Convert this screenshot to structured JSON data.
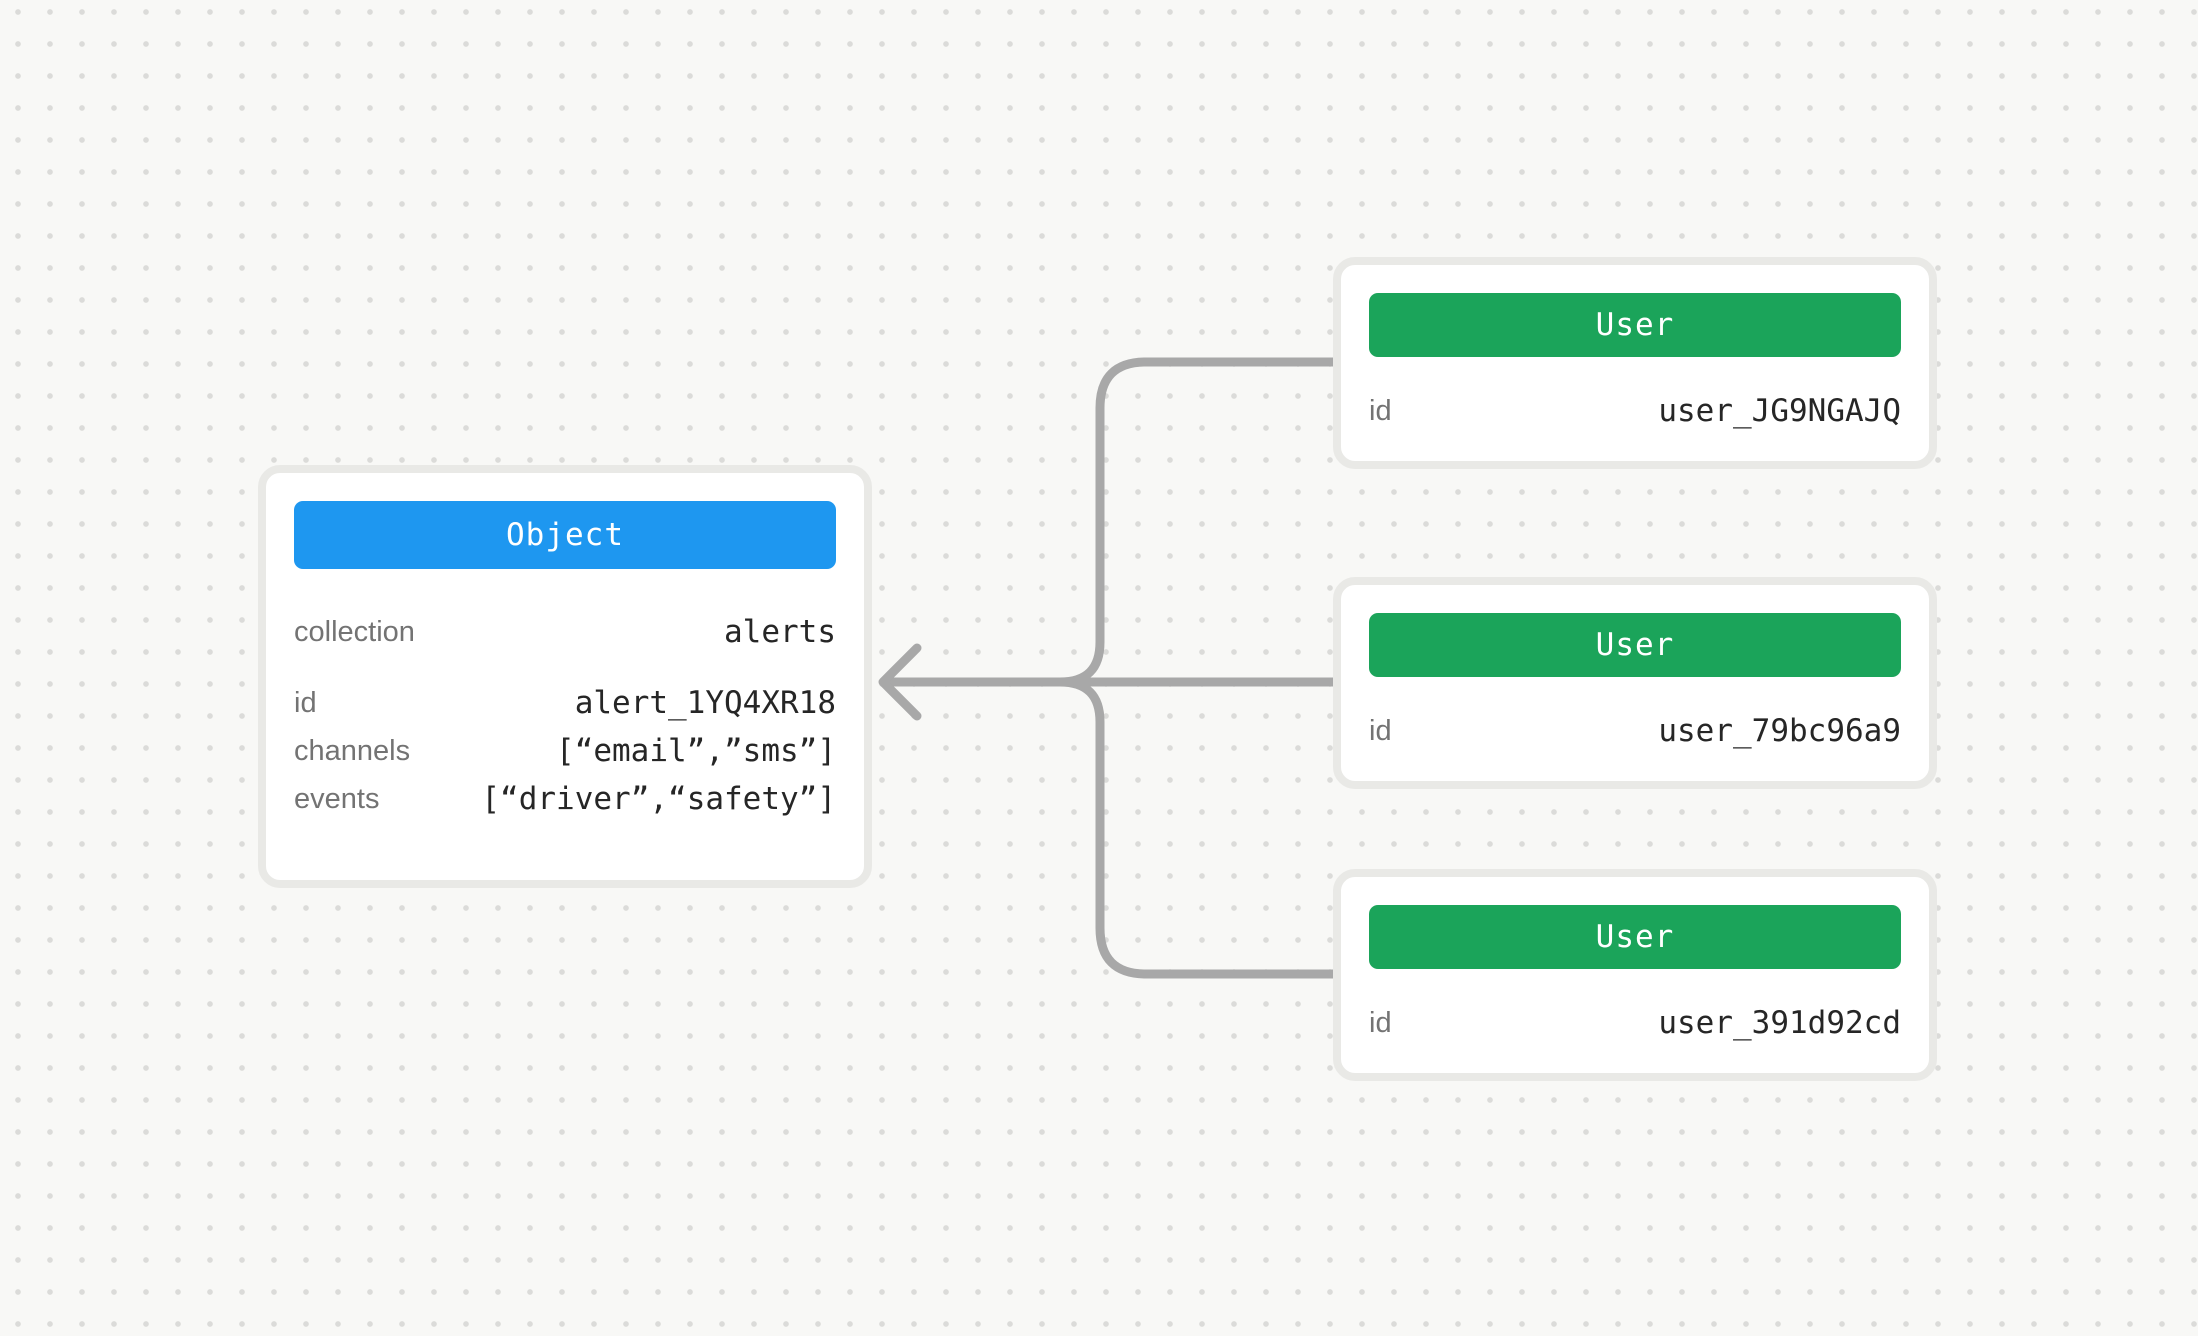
{
  "canvas": {
    "background_color": "#F8F8F6",
    "dot_color": "#DBDBD9"
  },
  "colors": {
    "object_header": "#1E97F0",
    "user_header": "#1BA45A",
    "connector": "#A8A8A8",
    "card_border": "#E9E9E6",
    "label_text": "#737373",
    "value_text": "#262626"
  },
  "object_card": {
    "title": "Object",
    "primary_field": {
      "label": "collection",
      "value": "alerts"
    },
    "fields": [
      {
        "label": "id",
        "value": "alert_1YQ4XR18"
      },
      {
        "label": "channels",
        "value": "[“email”,”sms”]"
      },
      {
        "label": "events",
        "value": "[“driver”,“safety”]"
      }
    ]
  },
  "user_cards": [
    {
      "title": "User",
      "fields": [
        {
          "label": "id",
          "value": "user_JG9NGAJQ"
        }
      ]
    },
    {
      "title": "User",
      "fields": [
        {
          "label": "id",
          "value": "user_79bc96a9"
        }
      ]
    },
    {
      "title": "User",
      "fields": [
        {
          "label": "id",
          "value": "user_391d92cd"
        }
      ]
    }
  ]
}
